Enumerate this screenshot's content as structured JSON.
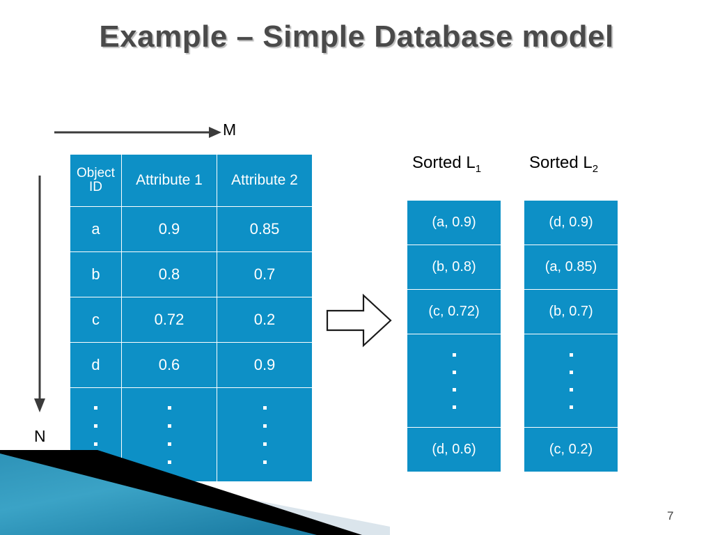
{
  "slide": {
    "title": "Example – Simple Database model",
    "page_number": "7",
    "accent_color": "#0d90c6",
    "title_color": "#4a4a4a",
    "background_color": "#ffffff"
  },
  "axes": {
    "horizontal_label": "M",
    "vertical_label": "N",
    "horizontal_arrow_icon": "arrow-right-icon",
    "vertical_arrow_icon": "arrow-down-icon"
  },
  "flow": {
    "arrow_icon": "block-arrow-right-icon"
  },
  "database_table": {
    "headers": [
      "Object ID",
      "Attribute 1",
      "Attribute 2"
    ],
    "header_id_line1": "Object",
    "header_id_line2": "ID",
    "rows": [
      {
        "id": "a",
        "attribute_1": "0.9",
        "attribute_2": "0.85"
      },
      {
        "id": "b",
        "attribute_1": "0.8",
        "attribute_2": "0.7"
      },
      {
        "id": "c",
        "attribute_1": "0.72",
        "attribute_2": "0.2"
      },
      {
        "id": "d",
        "attribute_1": "0.6",
        "attribute_2": "0.9"
      }
    ],
    "ellipsis_row": {
      "id": "....",
      "attribute_1": "....",
      "attribute_2": "...."
    },
    "ellipsis_dot_count": 4
  },
  "sorted_lists": [
    {
      "label_prefix": "Sorted L",
      "label_subscript": "1",
      "entries": [
        "(a, 0.9)",
        "(b, 0.8)",
        "(c, 0.72)"
      ],
      "ellipsis_dot_count": 4,
      "last_entry": "(d, 0.6)"
    },
    {
      "label_prefix": "Sorted L",
      "label_subscript": "2",
      "entries": [
        "(d, 0.9)",
        "(a, 0.85)",
        "(b, 0.7)"
      ],
      "ellipsis_dot_count": 4,
      "last_entry": "(c, 0.2)"
    }
  ],
  "decoration": {
    "corner_teal": "#2a8fb5",
    "corner_black": "#000000",
    "corner_light": "#dbe5ec"
  }
}
